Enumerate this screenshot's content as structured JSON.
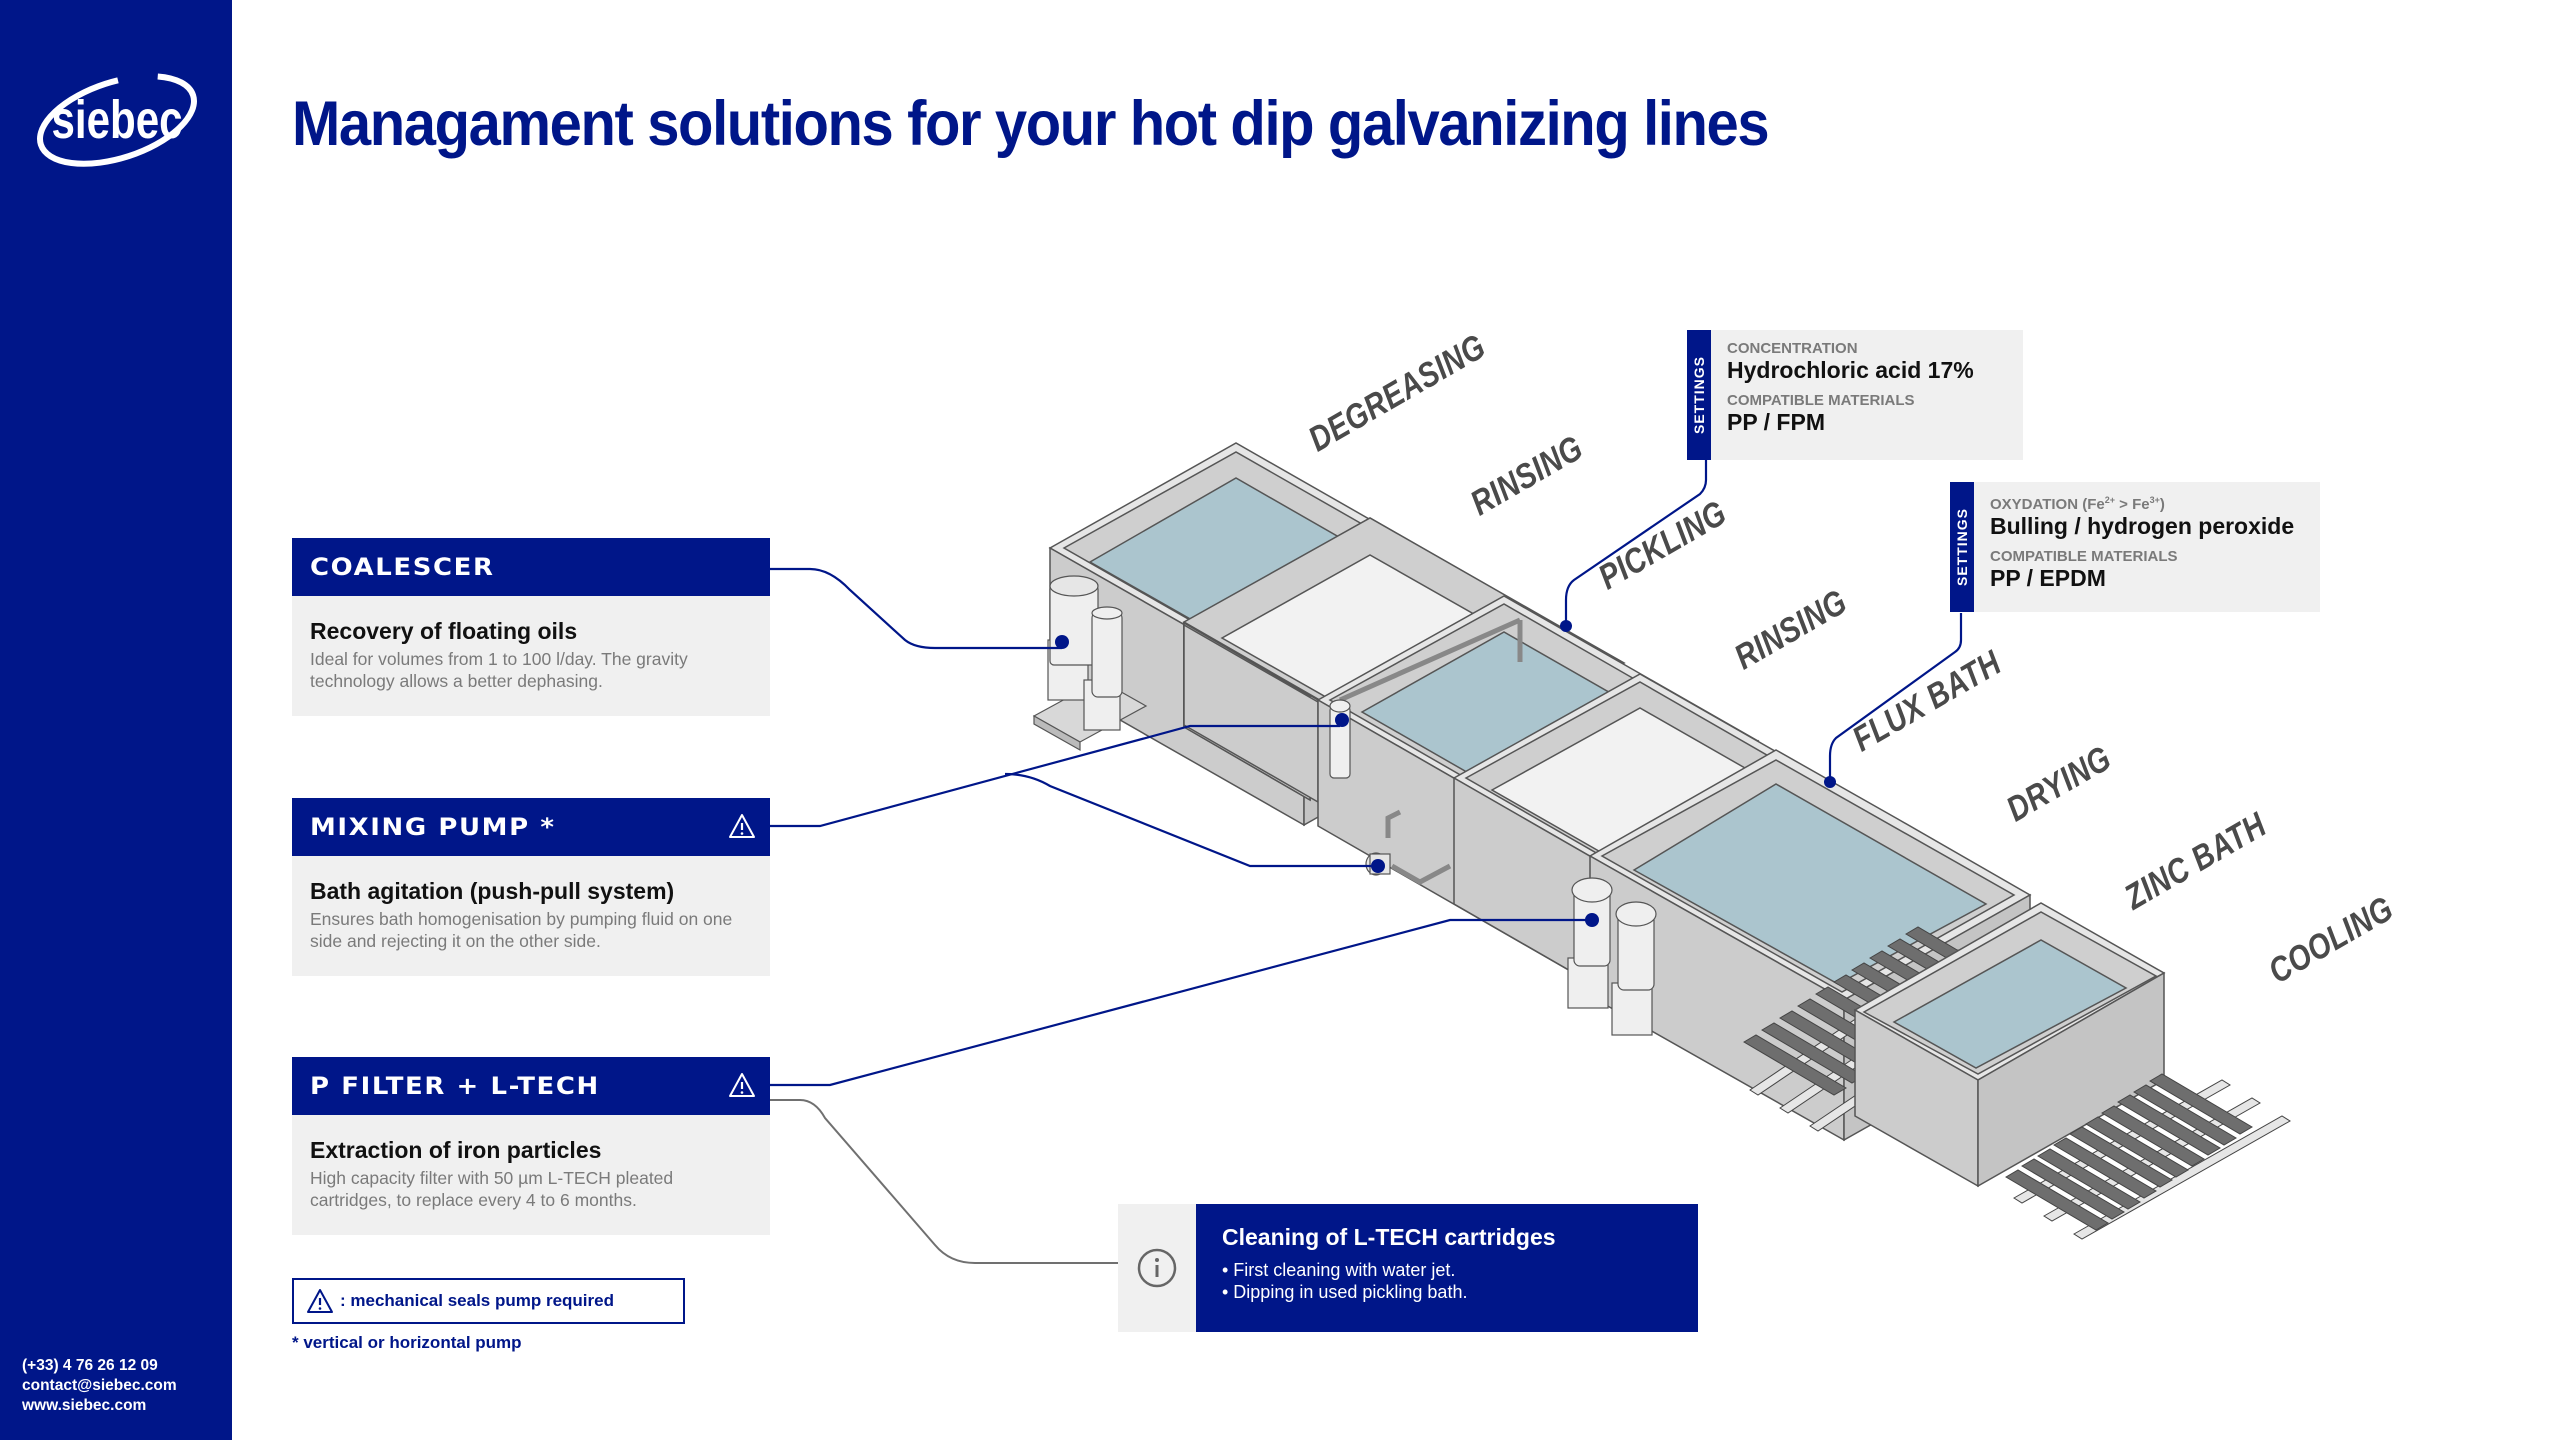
{
  "brand": {
    "logo_text": "siebec",
    "colors": {
      "primary": "#001689",
      "panel": "#f0f0f0",
      "water": "#abc5ce",
      "tank": "#cccccc"
    }
  },
  "sidebar": {
    "contact": {
      "phone": "(+33) 4 76 26 12 09",
      "email": "contact@siebec.com",
      "website": "www.siebec.com"
    }
  },
  "header": {
    "title": "Managament solutions for your hot dip galvanizing lines"
  },
  "stages": [
    {
      "id": "degreasing",
      "label": "DEGREASING"
    },
    {
      "id": "rinsing-1",
      "label": "RINSING"
    },
    {
      "id": "pickling",
      "label": "PICKLING"
    },
    {
      "id": "rinsing-2",
      "label": "RINSING"
    },
    {
      "id": "flux-bath",
      "label": "FLUX BATH"
    },
    {
      "id": "drying",
      "label": "DRYING"
    },
    {
      "id": "zinc-bath",
      "label": "ZINC BATH"
    },
    {
      "id": "cooling",
      "label": "COOLING"
    }
  ],
  "equipment": [
    {
      "id": "coalescer",
      "name": "COALESCER",
      "warning": false,
      "title": "Recovery of floating oils",
      "description": "Ideal for volumes from 1 to 100 l/day. The gravity technology allows a better dephasing."
    },
    {
      "id": "mixing-pump",
      "name": "MIXING PUMP *",
      "warning": true,
      "warning_icon": "warning-triangle-icon",
      "title": "Bath agitation (push-pull system)",
      "description": "Ensures bath homogenisation by pumping fluid on one side and rejecting it on the other side."
    },
    {
      "id": "p-filter",
      "name": "P FILTER + L-TECH",
      "warning": true,
      "warning_icon": "warning-triangle-icon",
      "title": "Extraction of iron particles",
      "description": "High capacity filter with 50 µm L-TECH pleated cartridges, to replace every 4 to 6 months."
    }
  ],
  "settings": [
    {
      "stage": "pickling",
      "tag": "SETTINGS",
      "label1": "CONCENTRATION",
      "value1": "Hydrochloric acid 17%",
      "label2": "COMPATIBLE MATERIALS",
      "value2": "PP / FPM"
    },
    {
      "stage": "flux-bath",
      "tag": "SETTINGS",
      "label1_main": "OXYDATION (Fe",
      "label1_sup1": "2+",
      "label1_mid": " > Fe",
      "label1_sup2": "3+",
      "label1_end": ")",
      "value1": "Bulling / hydrogen peroxide",
      "label2": "COMPATIBLE MATERIALS",
      "value2": "PP / EPDM"
    }
  ],
  "legend": {
    "warning_text": ":  mechanical seals pump required",
    "note": "* vertical or horizontal pump"
  },
  "info": {
    "icon": "info-circle-icon",
    "title": "Cleaning of L-TECH cartridges",
    "items": [
      "• First cleaning with water jet.",
      "• Dipping in used pickling bath."
    ]
  }
}
